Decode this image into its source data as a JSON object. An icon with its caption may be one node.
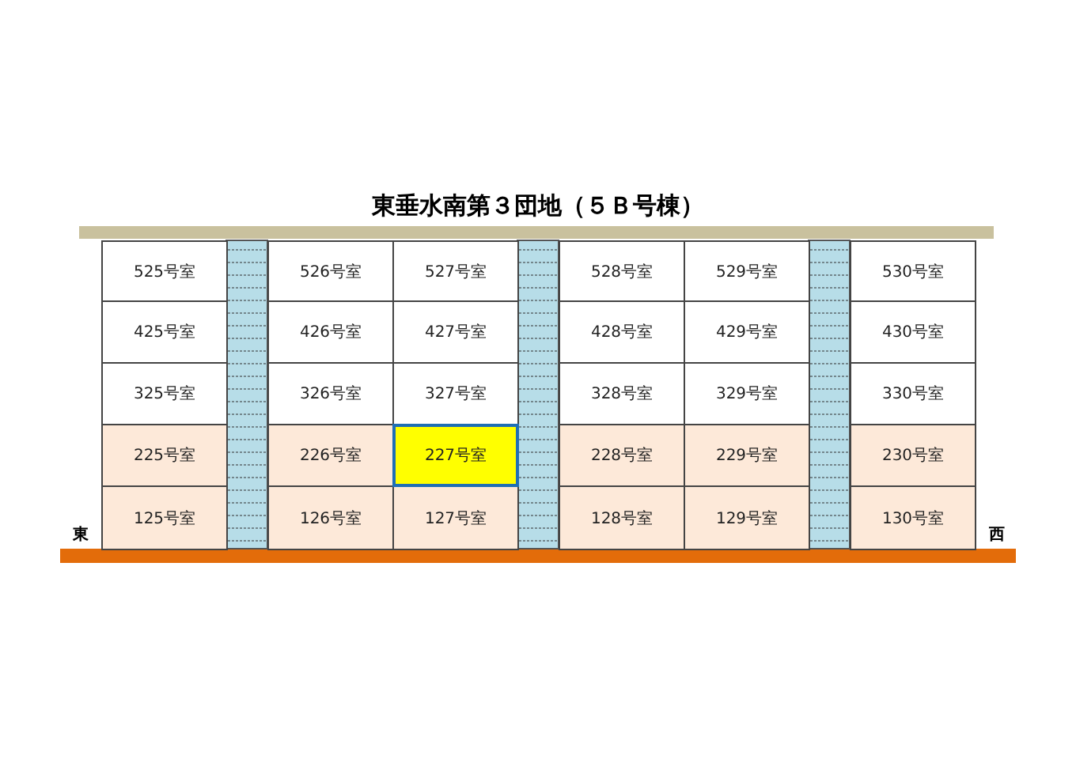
{
  "diagram": {
    "title": "東垂水南第３団地（５Ｂ号棟）",
    "nodes": [
      {
        "text": [
          "525号室"
        ]
      },
      {
        "text": [
          "526号室"
        ]
      },
      {
        "text": [
          "527号室"
        ]
      },
      {
        "text": [
          "528号室"
        ]
      },
      {
        "text": [
          "529号室"
        ]
      },
      {
        "text": [
          "530号室"
        ]
      },
      {
        "text": [
          "425号室"
        ]
      },
      {
        "text": [
          "426号室"
        ]
      },
      {
        "text": [
          "427号室"
        ]
      },
      {
        "text": [
          "428号室"
        ]
      },
      {
        "text": [
          "429号室"
        ]
      },
      {
        "text": [
          "430号室"
        ]
      },
      {
        "text": [
          "325号室"
        ]
      },
      {
        "text": [
          "326号室"
        ]
      },
      {
        "text": [
          "327号室"
        ]
      },
      {
        "text": [
          "328号室"
        ]
      },
      {
        "text": [
          "329号室"
        ]
      },
      {
        "text": [
          "330号室"
        ]
      },
      {
        "text": [
          "225号室"
        ]
      },
      {
        "text": [
          "226号室"
        ]
      },
      {
        "text": [
          "227号室"
        ]
      },
      {
        "text": [
          "228号室"
        ]
      },
      {
        "text": [
          "229号室"
        ]
      },
      {
        "text": [
          "230号室"
        ]
      },
      {
        "text": [
          "125号室"
        ]
      },
      {
        "text": [
          "126号室"
        ]
      },
      {
        "text": [
          "127号室"
        ]
      },
      {
        "text": [
          "128号室"
        ]
      },
      {
        "text": [
          "129号室"
        ]
      },
      {
        "text": [
          "130号室"
        ]
      }
    ],
    "labels": [
      "東",
      "西"
    ]
  }
}
